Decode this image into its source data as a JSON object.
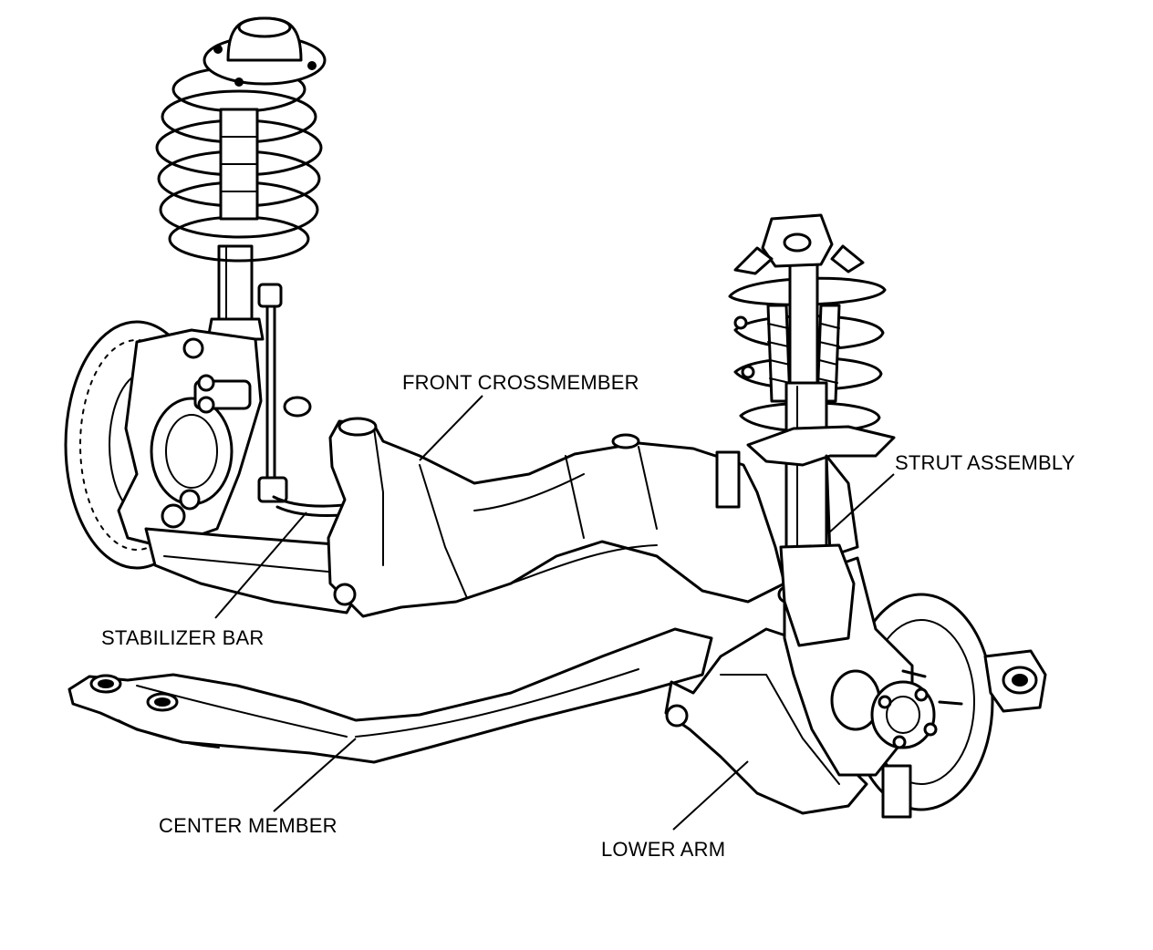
{
  "diagram": {
    "labels": {
      "front_crossmember": "FRONT CROSSMEMBER",
      "strut_assembly": "STRUT ASSEMBLY",
      "stabilizer_bar": "STABILIZER BAR",
      "center_member": "CENTER MEMBER",
      "lower_arm": "LOWER ARM"
    },
    "colors": {
      "ink": "#000000",
      "paper": "#ffffff"
    }
  }
}
